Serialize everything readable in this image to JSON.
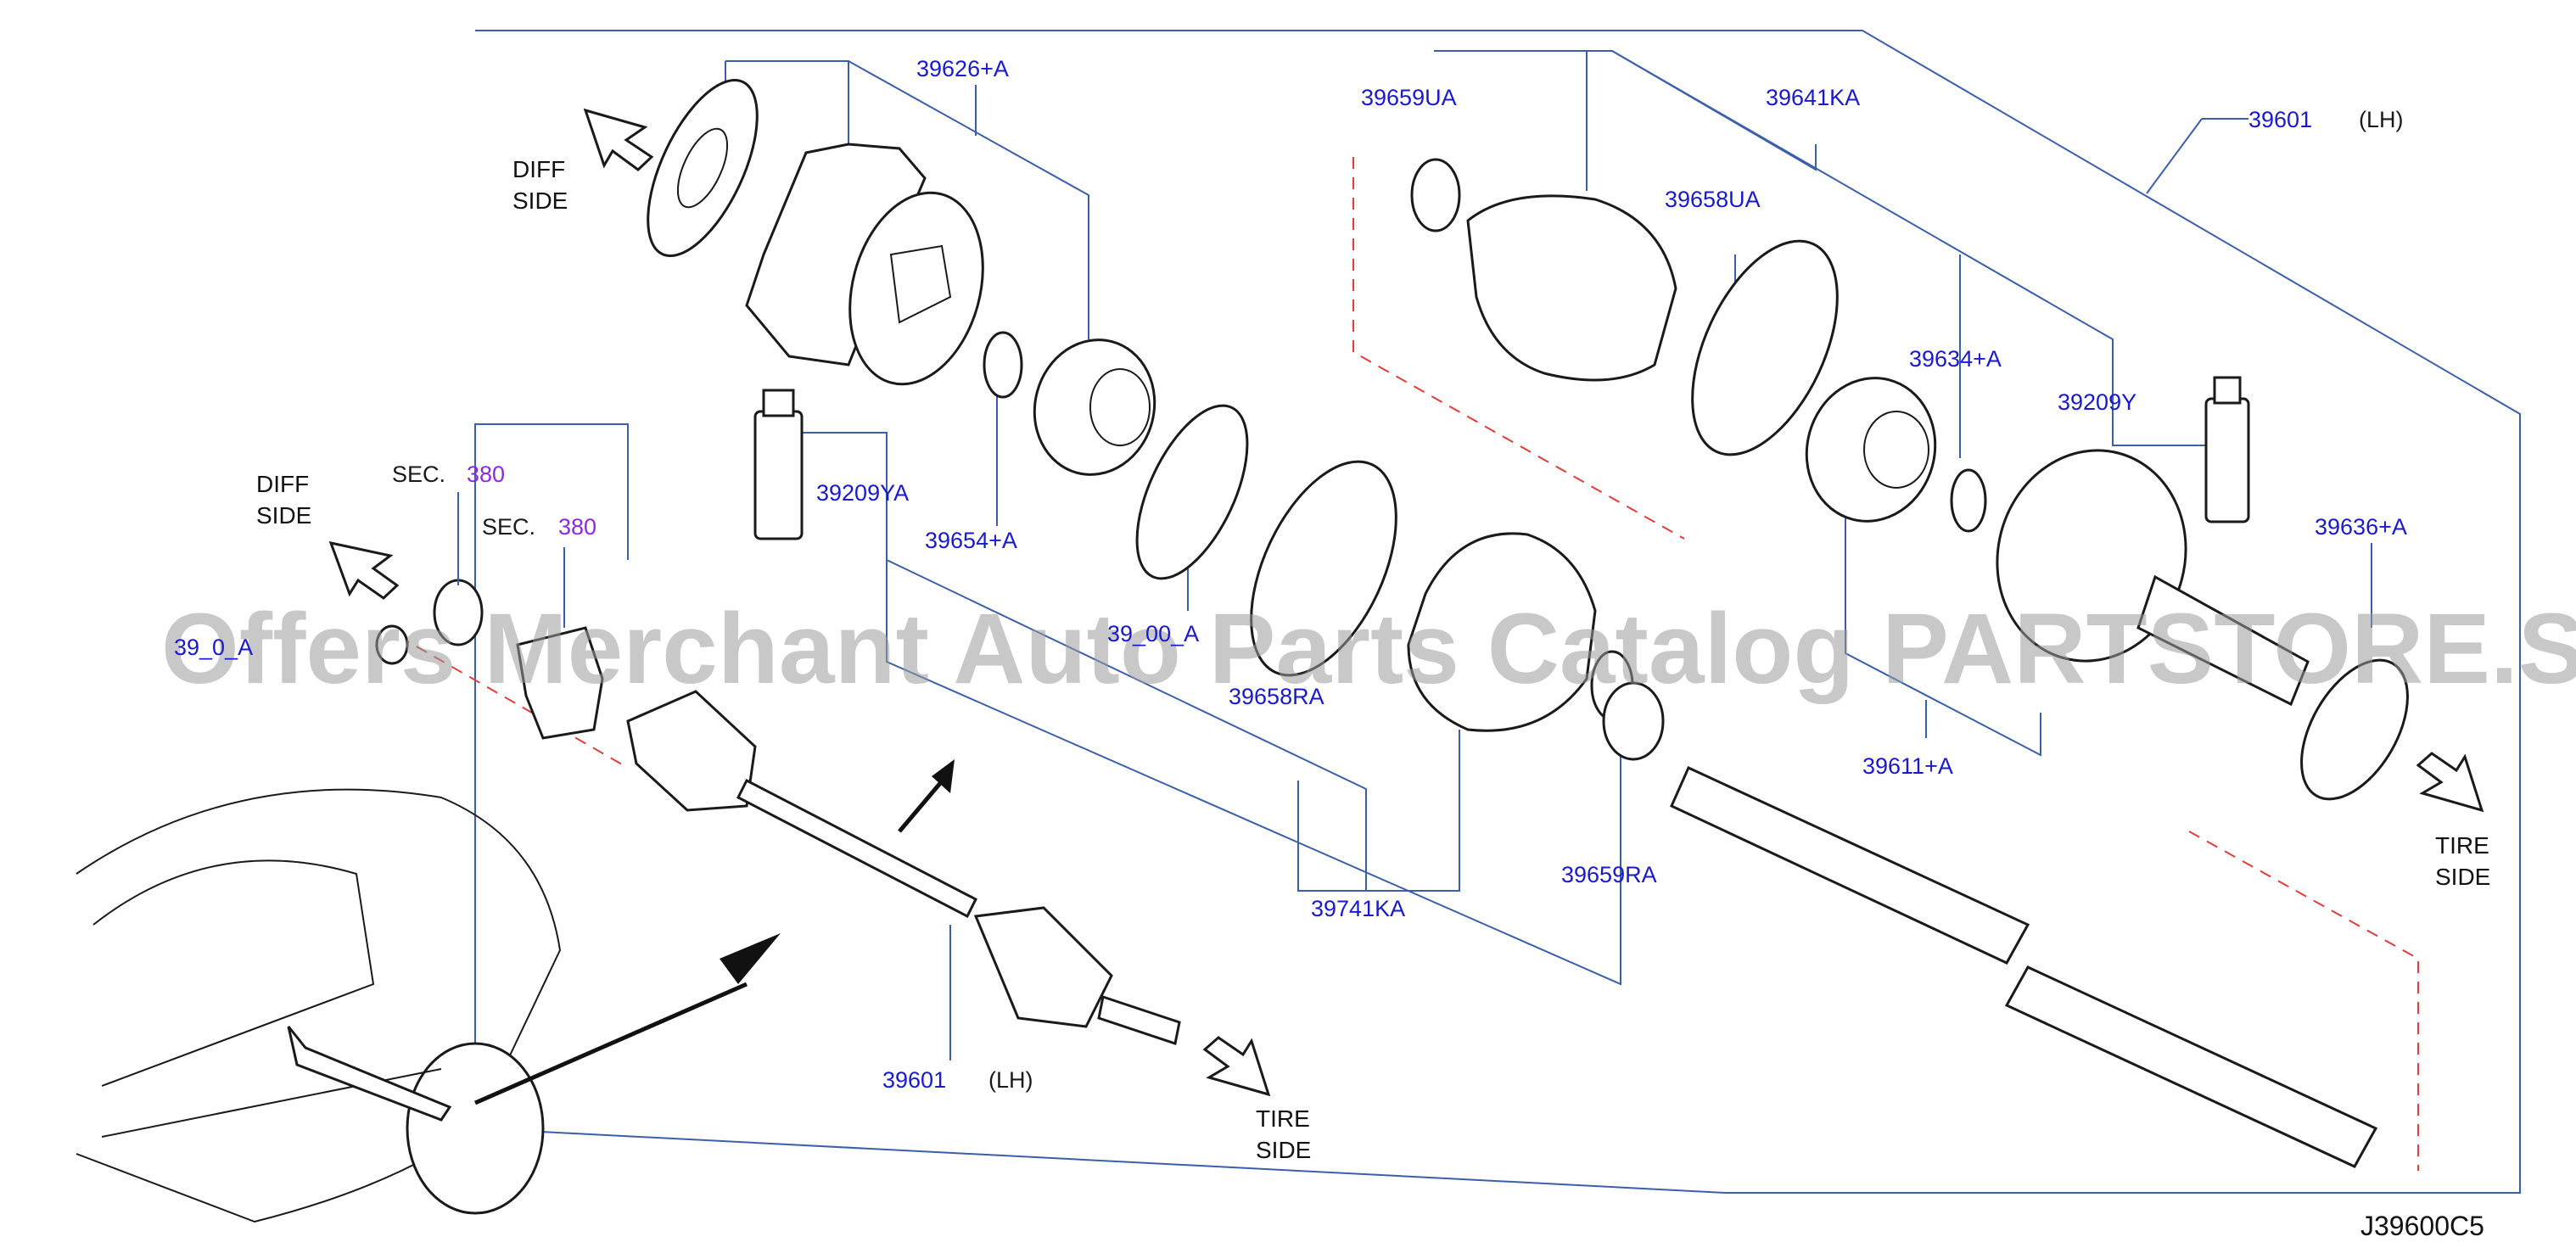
{
  "diagram": {
    "code": "J39600C5",
    "watermark": "Offers Merchant Auto Parts Catalog PARTSTORE.SA",
    "labels": {
      "diff_side_top": [
        "DIFF",
        "SIDE"
      ],
      "diff_side_left": [
        "DIFF",
        "SIDE"
      ],
      "tire_side_right": [
        "TIRE",
        "SIDE"
      ],
      "tire_side_bottom": [
        "TIRE",
        "SIDE"
      ],
      "sec1_prefix": "SEC.",
      "sec1_number": "380",
      "sec2_prefix": "SEC.",
      "sec2_number": "380"
    },
    "parts": {
      "p39626": "39626+A",
      "p39659UA": "39659UA",
      "p39641KA": "39641KA",
      "p39601_top": "39601",
      "p39601_top_side": "(LH)",
      "p39658UA": "39658UA",
      "p39634": "39634+A",
      "p39209Y": "39209Y",
      "p39209YA": "39209YA",
      "p39654": "39654+A",
      "p39636": "39636+A",
      "p3910A": "39_0_A",
      "p39600A": "39_00_A",
      "p39658RA": "39658RA",
      "p39611": "39611+A",
      "p39741KA": "39741KA",
      "p39659RA": "39659RA",
      "p39601_bottom": "39601",
      "p39601_bottom_side": "(LH)"
    }
  },
  "colors": {
    "part_number": "#1a1acc",
    "section_number": "#8a2be2",
    "leader_line": "#3b5fa8",
    "dashed_guide": "#e23b3b",
    "line_art": "#1a1a1a"
  }
}
